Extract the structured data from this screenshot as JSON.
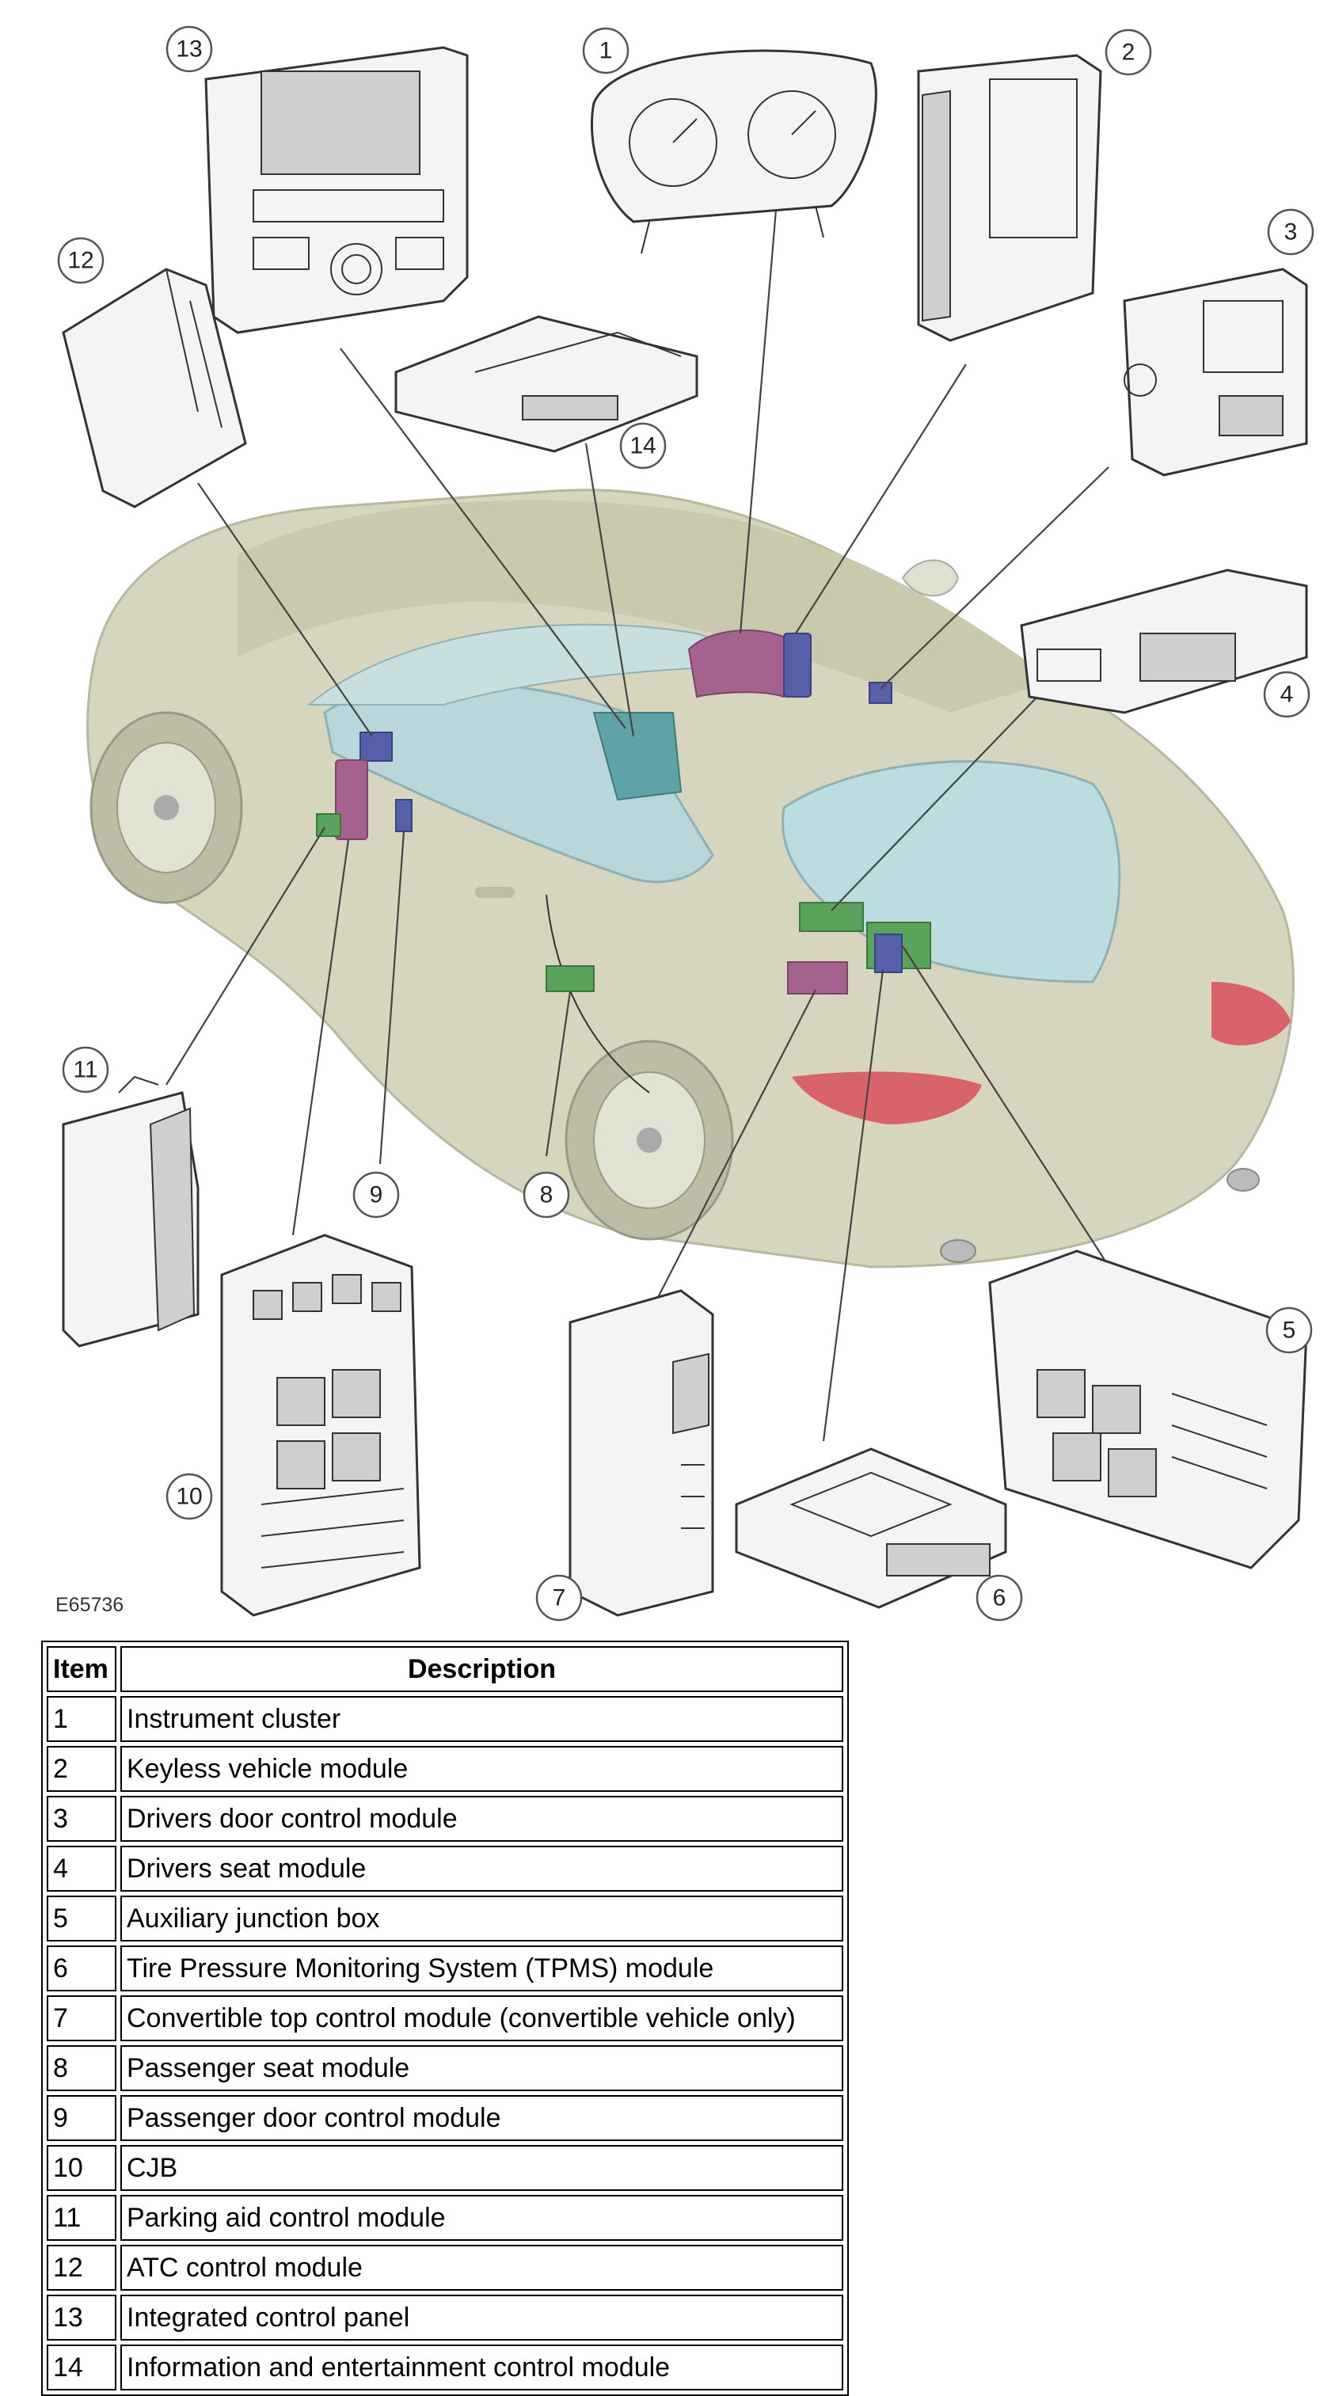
{
  "figure": {
    "code": "E65736",
    "callouts": [
      "1",
      "2",
      "3",
      "4",
      "5",
      "6",
      "7",
      "8",
      "9",
      "10",
      "11",
      "12",
      "13",
      "14"
    ]
  },
  "table": {
    "headers": {
      "item": "Item",
      "description": "Description"
    },
    "rows": [
      {
        "item": "1",
        "description": "Instrument cluster"
      },
      {
        "item": "2",
        "description": "Keyless vehicle module"
      },
      {
        "item": "3",
        "description": "Drivers door control module"
      },
      {
        "item": "4",
        "description": "Drivers seat module"
      },
      {
        "item": "5",
        "description": "Auxiliary junction box"
      },
      {
        "item": "6",
        "description": "Tire Pressure Monitoring System (TPMS) module"
      },
      {
        "item": "7",
        "description": "Convertible top control module (convertible vehicle only)"
      },
      {
        "item": "8",
        "description": "Passenger seat module"
      },
      {
        "item": "9",
        "description": "Passenger door control module"
      },
      {
        "item": "10",
        "description": "CJB"
      },
      {
        "item": "11",
        "description": "Parking aid control module"
      },
      {
        "item": "12",
        "description": "ATC control module"
      },
      {
        "item": "13",
        "description": "Integrated control panel"
      },
      {
        "item": "14",
        "description": "Information and entertainment control module"
      }
    ]
  },
  "colors": {
    "car_body": "#cfcfb4",
    "glass": "#b9d7da",
    "tail_light": "#d9636b",
    "module_green": "#5aa35c",
    "module_magenta": "#a6628f",
    "module_blue": "#5660a8",
    "module_teal": "#5fa3a6"
  }
}
